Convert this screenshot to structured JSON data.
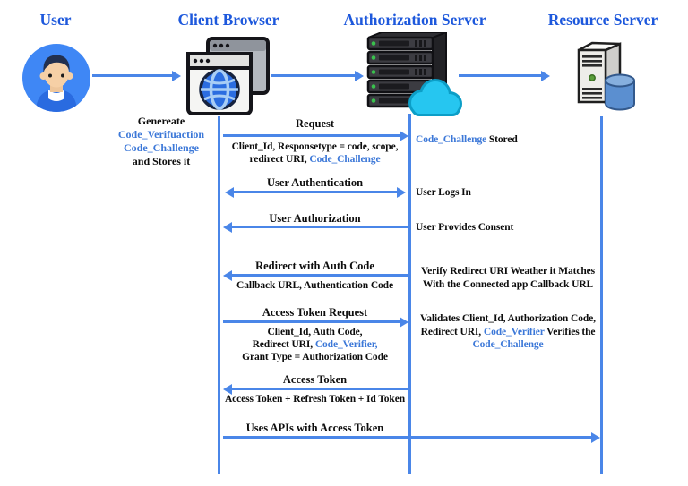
{
  "colors": {
    "heading_blue": "#1d58dc",
    "code_blue": "#3c78d8",
    "arrow_blue": "#4a86e8"
  },
  "actors": [
    {
      "label": "User",
      "icon": "user-avatar-icon"
    },
    {
      "label": "Client Browser",
      "icon": "browser-windows-icon"
    },
    {
      "label": "Authorization Server",
      "icon": "server-rack-cloud-icon"
    },
    {
      "label": "Resource Server",
      "icon": "server-tower-database-icon"
    }
  ],
  "client_note": {
    "line1": "Genereate",
    "line2": "Code_Verifuaction",
    "line3": "Code_Challenge",
    "line4": "and Stores it"
  },
  "messages": {
    "request": {
      "label": "Request",
      "direction": "right",
      "detail_line1": "Client_Id, Responsetype = code, scope,",
      "detail_line2_black": "redirect URI, ",
      "detail_line2_blue": "Code_Challenge"
    },
    "user_authentication": {
      "label": "User Authentication",
      "direction": "both"
    },
    "user_authorization": {
      "label": "User Authorization",
      "direction": "left"
    },
    "redirect_with_auth_code": {
      "label": "Redirect with Auth Code",
      "direction": "left",
      "detail_line1": "Callback URL, Authentication Code"
    },
    "access_token_request": {
      "label": "Access Token Request",
      "direction": "right",
      "detail_line1": "Client_Id, Auth Code,",
      "detail_line2_black": "Redirect URI, ",
      "detail_line2_blue": "Code_Verifier,",
      "detail_line3": "Grant Type = Authorization Code"
    },
    "access_token": {
      "label": "Access Token",
      "direction": "left",
      "detail_line1": "Access Token + Refresh Token + Id Token"
    },
    "uses_apis": {
      "label": "Uses APIs with Access Token",
      "direction": "right"
    }
  },
  "auth_server_notes": {
    "note1_blue": "Code_Challenge",
    "note1_black": " Stored",
    "note2": "User Logs In",
    "note3": "User Provides Consent",
    "note4_line1": "Verify Redirect URI Weather it Matches",
    "note4_line2": "With the Connected app Callback URL",
    "note5_line1": "Validates Client_Id, Authorization Code,",
    "note5_line2_black1": "Redirect URI, ",
    "note5_line2_blue": "Code_Verifier",
    "note5_line2_black2": " Verifies the",
    "note5_line3_blue": "Code_Challenge"
  }
}
